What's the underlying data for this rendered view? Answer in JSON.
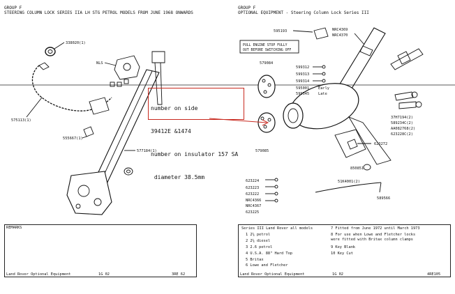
{
  "left_header": {
    "group": "GROUP F",
    "title": "STEERING COLUMN LOCK SERIES IIA LH STG PETROL MODELS FROM JUNE 1968 ONWARDS"
  },
  "right_header": {
    "group": "GROUP F",
    "title": "OPTIONAL EQUIPMENT - Steering Column Lock Series III"
  },
  "left_parts": {
    "p338020": "338020(1)",
    "nls": "NLS",
    "p575113": "575113(1)",
    "p555667": "555667(1)",
    "p577184": "577184(1)"
  },
  "right_parts": {
    "p595193": "595193",
    "nrc4369": "NRC4369",
    "nrc4370": "NRC4370",
    "warning_line1": "PULL ENGINE STOP FULLY",
    "warning_line2": "OUT BEFORE SWITCHING OFF",
    "p579084": "579084",
    "p599312": "599312",
    "p599313": "599313",
    "p599314": "599314",
    "p595001": "595001",
    "p595001_note": "Early",
    "p599345": "599345",
    "p599345_note": "Late",
    "p37h7194": "37H7194(2)",
    "p589234c": "589234C(2)",
    "paa082768": "AA082768(2)",
    "p623228c": "623228C(2)",
    "p579085": "579085",
    "p623272": "623272",
    "p850851": "850851",
    "p51k4001": "51K4001(2)",
    "p589566": "589566",
    "p623224": "623224",
    "p623223": "623223",
    "p623222": "623222",
    "nrc4366": "NRC4366",
    "nrc4367": "NRC4367",
    "p623225": "623225"
  },
  "annotation": {
    "line1": "number on side",
    "line2": "39412E &1474",
    "line3": "number on insulator 157 SA",
    "line4": " diameter 38.5mm"
  },
  "remarks": {
    "label": "REMARKS"
  },
  "legend": {
    "heading": "Series III Land Rover all models",
    "items": [
      "1  2¼ petrol",
      "2  2¼ diesel",
      "3  2.6 petrol",
      "4  U.S.A. 88\" Hard Top",
      "5  Britax",
      "6  Lowe and Fletcher"
    ],
    "right_items": [
      "7  Fitted from June 1972 until March 1973",
      "8  For use when Lowe and Fletcher locks",
      "    were fitted with Britax column clamps",
      "9  Key Blank",
      "10 Key Cut"
    ]
  },
  "footer_left": {
    "title": "Land Rover Optional Equipment",
    "date": "1G 02",
    "ref": "3RE 62"
  },
  "footer_right": {
    "title": "Land Rover Optional Equipment",
    "date": "1G 02",
    "ref": "4RE105"
  },
  "colors": {
    "annotation_border": "#c8281e"
  }
}
